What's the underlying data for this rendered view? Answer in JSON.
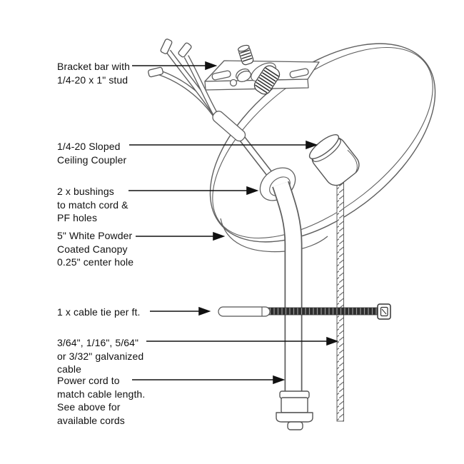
{
  "figure": {
    "type": "product-assembly-diagram",
    "subject": "sloped ceiling canopy pendant hardware kit"
  },
  "colors": {
    "background": "#ffffff",
    "line": "#5f5f5f",
    "dark_line": "#333333",
    "arrow": "#111111",
    "text": "#111111",
    "tie_band": "#2d2d2d"
  },
  "labels": {
    "bracket": "Bracket bar with\n1/4-20 x 1\" stud",
    "coupler": "1/4-20 Sloped\nCeiling Coupler",
    "bushings": "2 x bushings\nto match cord &\nPF holes",
    "canopy": "5\" White Powder\nCoated Canopy\n0.25\" center hole",
    "cable_tie": "1 x cable tie per ft.",
    "galvanized_cable": "3/64\", 1/16\", 5/64\"\nor 3/32\" galvanized\ncable",
    "power_cord": "Power cord to\nmatch cable length.\nSee above for\navailable cords"
  },
  "parts": [
    "bracket-bar",
    "mounting-stud",
    "supply-wires",
    "sloped-ceiling-coupler",
    "bushing",
    "canopy",
    "cable-tie",
    "galvanized-cable",
    "power-cord",
    "cord-grip-plug"
  ]
}
